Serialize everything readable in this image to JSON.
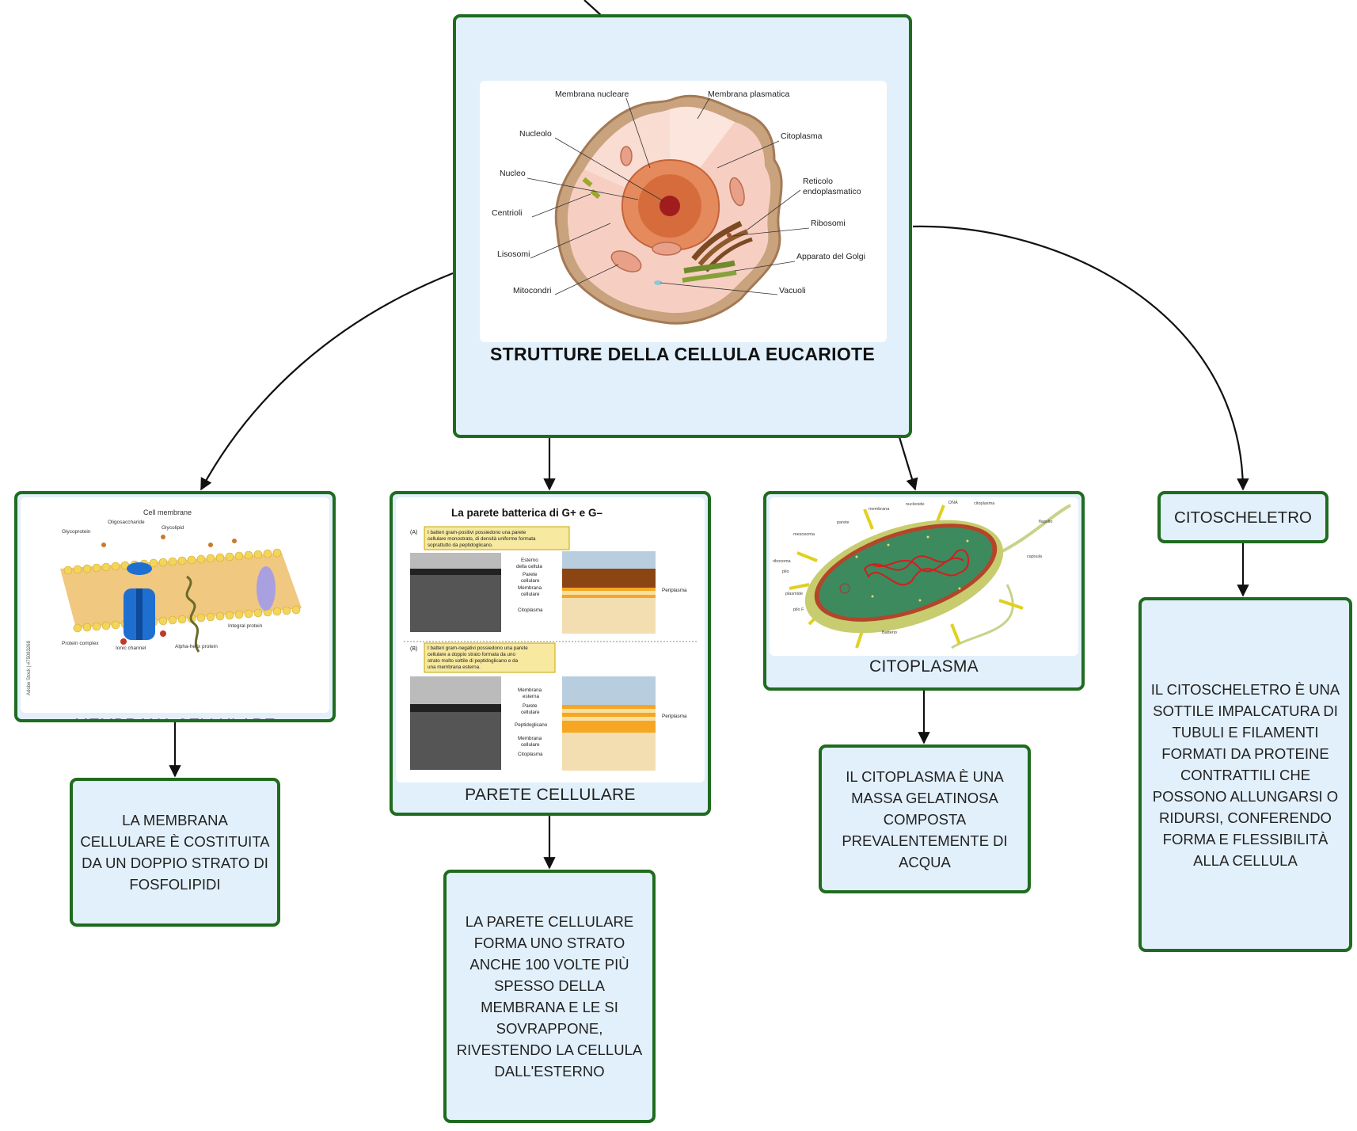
{
  "colors": {
    "node_border": "#1f6b1f",
    "node_fill": "#e2f0fb",
    "edge": "#111111"
  },
  "root": {
    "title": "STRUTTURE DELLA CELLULA EUCARIOTE",
    "labels": {
      "membrana_nucleare": "Membrana nucleare",
      "membrana_plasmatica": "Membrana plasmatica",
      "nucleolo": "Nucleolo",
      "citoplasma": "Citoplasma",
      "nucleo": "Nucleo",
      "reticolo_1": "Reticolo",
      "reticolo_2": "endoplasmatico",
      "centrioli": "Centrioli",
      "ribosomi": "Ribosomi",
      "lisosomi": "Lisosomi",
      "golgi": "Apparato del Golgi",
      "mitocondri": "Mitocondri",
      "vacuoli": "Vacuoli"
    }
  },
  "membrana": {
    "caption": "MEMBRANA CELLULARE",
    "image_labels": {
      "title": "Cell membrane",
      "oligosaccharide": "Oligosaccharide",
      "glycoprotein": "Glycoprotein",
      "glycolipid": "Glycolipid",
      "integral_protein": "Integral protein",
      "protein_complex": "Protein complex",
      "ionic_channel": "Ionic channel",
      "alpha_helix": "Alpha-helix protein",
      "watermark": "Adobe Stock | #75083268"
    },
    "description": "LA MEMBRANA CELLULARE È COSTITUITA DA UN DOPPIO STRATO DI FOSFOLIPIDI"
  },
  "parete": {
    "caption": "PARETE CELLULARE",
    "image_labels": {
      "title": "La parete batterica di G+ e G–",
      "a": "(A)",
      "b": "(B)",
      "note_a_1": "I batteri gram-positivi possiedono una parete",
      "note_a_2": "cellulare monostrato, di densità uniforme formata",
      "note_a_3": "soprattutto da peptidoglicano.",
      "note_b_1": "I batteri gram-negativi possiedono una parete",
      "note_b_2": "cellulare a doppio strato formata da uno",
      "note_b_3": "strato molto sottile di peptidoglicano e da",
      "note_b_4": "una membrana esterna.",
      "esterno_1": "Esterno",
      "esterno_2": "della cellula",
      "parete_1": "Parete",
      "parete_2": "cellulare",
      "membrana_1": "Membrana",
      "membrana_2": "cellulare",
      "citoplasma": "Citoplasma",
      "periplasma": "Periplasma",
      "membrana_esterna_1": "Membrana",
      "membrana_esterna_2": "esterna",
      "peptidoglicano": "Peptidoglicano"
    },
    "description": "LA PARETE CELLULARE FORMA UNO STRATO ANCHE 100 VOLTE PIÙ SPESSO DELLA MEMBRANA E LE SI SOVRAPPONE, RIVESTENDO LA CELLULA DALL'ESTERNO"
  },
  "citoplasma": {
    "caption": "CITOPLASMA",
    "image_labels": {
      "membrana": "membrana",
      "nucleoide": "nucleoide",
      "dna": "DNA",
      "citoplasma": "citoplasma",
      "parete": "parete",
      "flagello": "flagello",
      "mesosoma": "mesosoma",
      "ribosoma": "ribosoma",
      "capsula": "capsula",
      "pilo": "pilo",
      "plasmide": "plasmide",
      "pilo_f": "pilo F",
      "batterio": "Batterio"
    },
    "description": "IL CITOPLASMA È UNA MASSA GELATINOSA COMPOSTA PREVALENTEMENTE DI ACQUA"
  },
  "citoscheletro": {
    "caption": "CITOSCHELETRO",
    "description": "IL CITOSCHELETRO È UNA SOTTILE IMPALCATURA DI TUBULI E FILAMENTI FORMATI DA PROTEINE CONTRATTILI CHE POSSONO ALLUNGARSI O RIDURSI, CONFERENDO FORMA E FLESSIBILITÀ ALLA CELLULA"
  }
}
